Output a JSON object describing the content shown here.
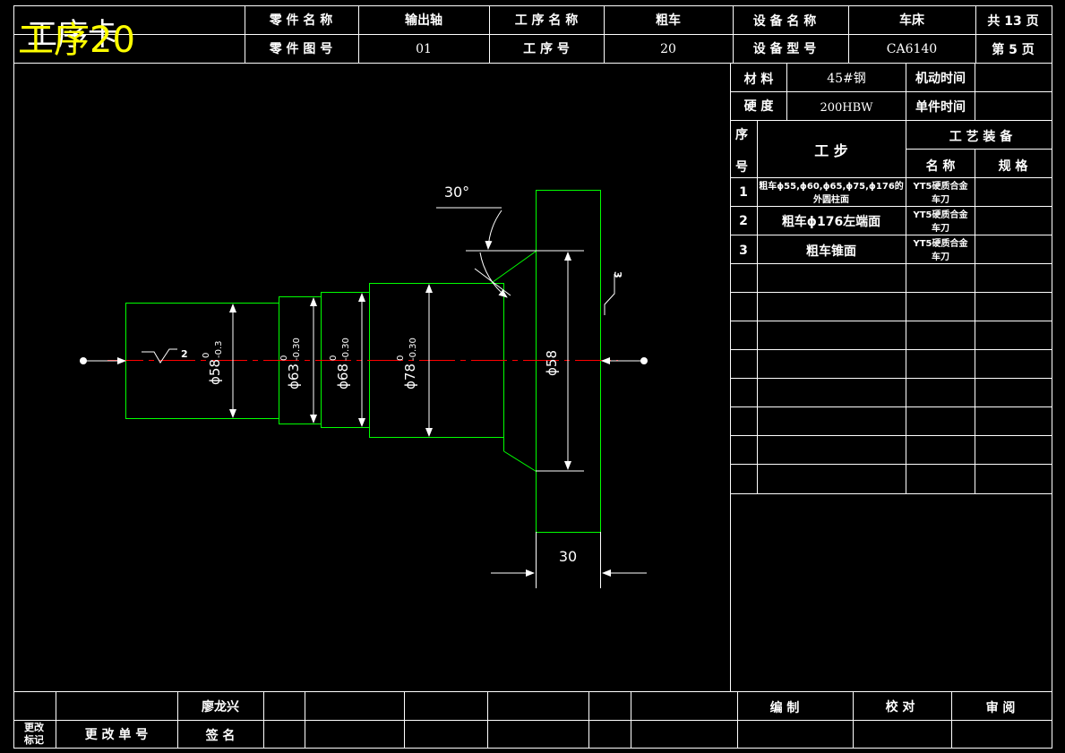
{
  "title": {
    "white_text": "工序卡",
    "yellow_text": "工序20",
    "yellow_color": "#ffff00"
  },
  "header": {
    "part_name_label": "零 件 名 称",
    "part_name_value": "输出轴",
    "process_name_label": "工 序 名 称",
    "process_name_value": "粗车",
    "equipment_name_label": "设 备 名 称",
    "equipment_name_value": "车床",
    "total_pages": "共 13 页",
    "part_drawing_label": "零 件 图 号",
    "part_drawing_value": "01",
    "process_no_label": "工 序 号",
    "process_no_value": "20",
    "equipment_model_label": "设 备 型 号",
    "equipment_model_value": "CA6140",
    "page_no": "第 5 页"
  },
  "right_panel": {
    "material_label": "材 料",
    "material_value": "45#钢",
    "machine_time_label": "机动时间",
    "hardness_label": "硬 度",
    "hardness_value": "200HBW",
    "unit_time_label": "单件时间",
    "seq_label_top": "序",
    "seq_label_bottom": "号",
    "step_label": "工 步",
    "equipment_label": "工 艺 装 备",
    "name_label": "名 称",
    "spec_label": "规 格",
    "steps": [
      {
        "no": "1",
        "text_line1": "粗车ϕ55,ϕ60,ϕ65,ϕ75,ϕ176的",
        "text_line2": "外圆柱面",
        "tool_line1": "YT5硬质合金",
        "tool_line2": "车刀"
      },
      {
        "no": "2",
        "text_line1": "粗车ϕ176左端面",
        "text_line2": "",
        "tool_line1": "YT5硬质合金",
        "tool_line2": "车刀"
      },
      {
        "no": "3",
        "text_line1": "粗车锥面",
        "text_line2": "",
        "tool_line1": "YT5硬质合金",
        "tool_line2": "车刀"
      }
    ]
  },
  "drawing": {
    "angle_label": "30°",
    "roughness_left": "2",
    "roughness_right": "3",
    "dim_58_tol": "ϕ58",
    "tol_upper": "0",
    "tol_03": "-0.3",
    "dim_63": "ϕ63",
    "dim_68": "ϕ68",
    "dim_78": "ϕ78",
    "tol_030": "-0.30",
    "dim_58": "ϕ58",
    "dim_30": "30",
    "colors": {
      "outline": "#00ff00",
      "center": "#ff0000",
      "dim": "#ffffff"
    }
  },
  "footer": {
    "author": "廖龙兴",
    "change_mark_line1": "更改",
    "change_mark_line2": "标记",
    "change_no_label": "更 改 单 号",
    "sign_label": "签 名",
    "compile_label": "编 制",
    "check_label": "校 对",
    "review_label": "审 阅"
  }
}
